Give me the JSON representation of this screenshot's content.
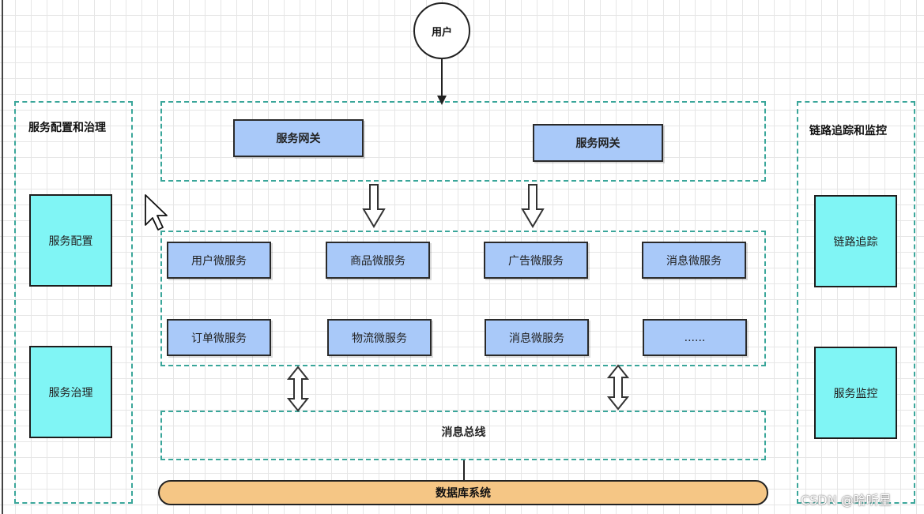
{
  "user_node": {
    "label": "用户"
  },
  "left_panel": {
    "title": "服务配置和治理",
    "boxes": [
      "服务配置",
      "服务治理"
    ]
  },
  "right_panel": {
    "title": "链路追踪和监控",
    "boxes": [
      "链路追踪",
      "服务监控"
    ]
  },
  "gateway_layer": {
    "gateways": [
      "服务网关",
      "服务网关"
    ]
  },
  "microservice_layer": {
    "row1": [
      "用户微服务",
      "商品微服务",
      "广告微服务",
      "消息微服务"
    ],
    "row2": [
      "订单微服务",
      "物流微服务",
      "消息微服务",
      "......"
    ]
  },
  "bus_layer": {
    "label": "消息总线"
  },
  "database": {
    "label": "数据库系统"
  },
  "watermark": "CSDN @哈听星",
  "colors": {
    "dashed_border": "#3aa69a",
    "side_box_fill": "#80f5f5",
    "service_box_fill": "#a9c9f9",
    "database_fill": "#f5c685"
  }
}
